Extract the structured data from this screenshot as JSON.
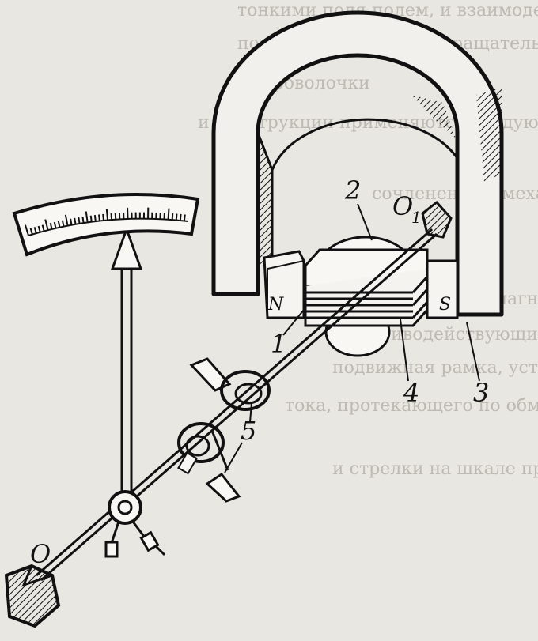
{
  "labels": {
    "one": "1",
    "two": "2",
    "three": "3",
    "four": "4",
    "five": "5",
    "axis_o": "O",
    "axis_o1": "O",
    "axis_o1_sub": "1",
    "north": "N",
    "south": "S"
  },
  "background_text": [
    "тонкими поля полем, и взаимодействие",
    "полями, создающими вращательный",
    "проволочки",
    "и конструкции применяются следующие",
    "сочленения с механизмом",
    "постоянного магнита, подвижных",
    "противодействующих моментов",
    "подвижная рамка, установленная",
    "тока, протекающего по обмотке",
    "и стрелки на шкале прибора"
  ],
  "colors": {
    "ink": "#111111",
    "paper": "#e9e7e2",
    "ghost_text": "#bdbab3"
  },
  "icons": {
    "magnet": "horseshoe-magnet",
    "scale": "dial-scale",
    "pointer": "needle-pointer"
  }
}
